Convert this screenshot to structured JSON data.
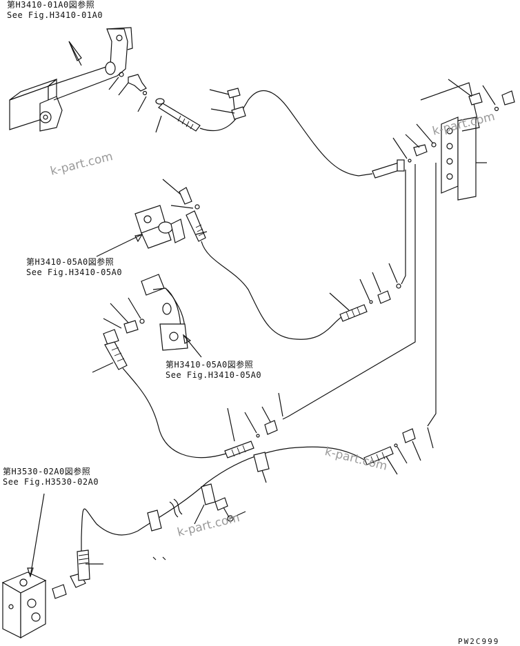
{
  "references": [
    {
      "jp": "第H3410-01A0図参照",
      "en": "See Fig.H3410-01A0"
    },
    {
      "jp": "第H3410-05A0図参照",
      "en": "See Fig.H3410-05A0"
    },
    {
      "jp": "第H3410-05A0図参照",
      "en": "See Fig.H3410-05A0"
    },
    {
      "jp": "第H3530-02A0図参照",
      "en": "See Fig.H3530-02A0"
    }
  ],
  "watermarks": [
    "k-part.com",
    "k-part.com",
    "k-part.com",
    "k-part.com"
  ],
  "drawing_code": "PW2C999"
}
